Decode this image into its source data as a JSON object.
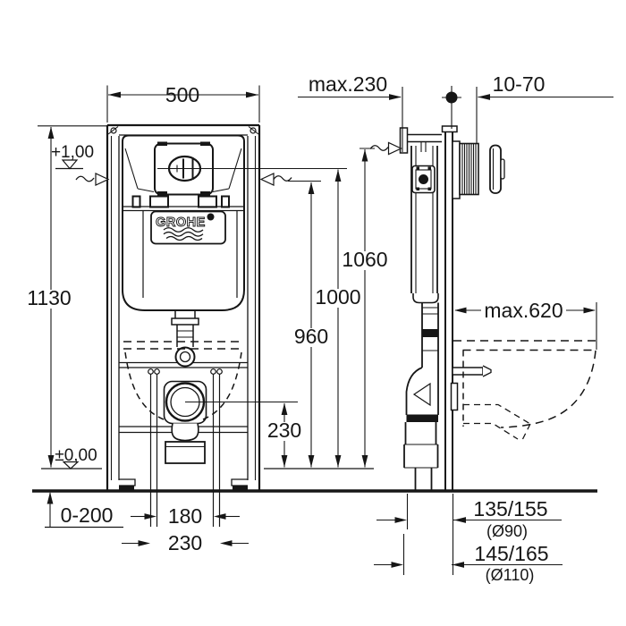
{
  "front_view": {
    "logo": "GROHE",
    "dims": {
      "width": "500",
      "height": "1130",
      "meter_mark": "+1,00",
      "floor_level": "±0,00",
      "foot_adjust": "0-200",
      "fixing_180": "180",
      "fixing_230": "230",
      "outlet_height": "230",
      "h960": "960",
      "h1000": "1000",
      "h1060": "1060"
    }
  },
  "side_view": {
    "dims": {
      "depth_max": "max.230",
      "wall_thickness": "10-70",
      "pan_depth_max": "max.620",
      "outlet_90": "135/155",
      "outlet_90_dia": "(Ø90)",
      "outlet_110": "145/165",
      "outlet_110_dia": "(Ø110)"
    }
  },
  "colors": {
    "line": "#161616",
    "background": "#ffffff"
  }
}
